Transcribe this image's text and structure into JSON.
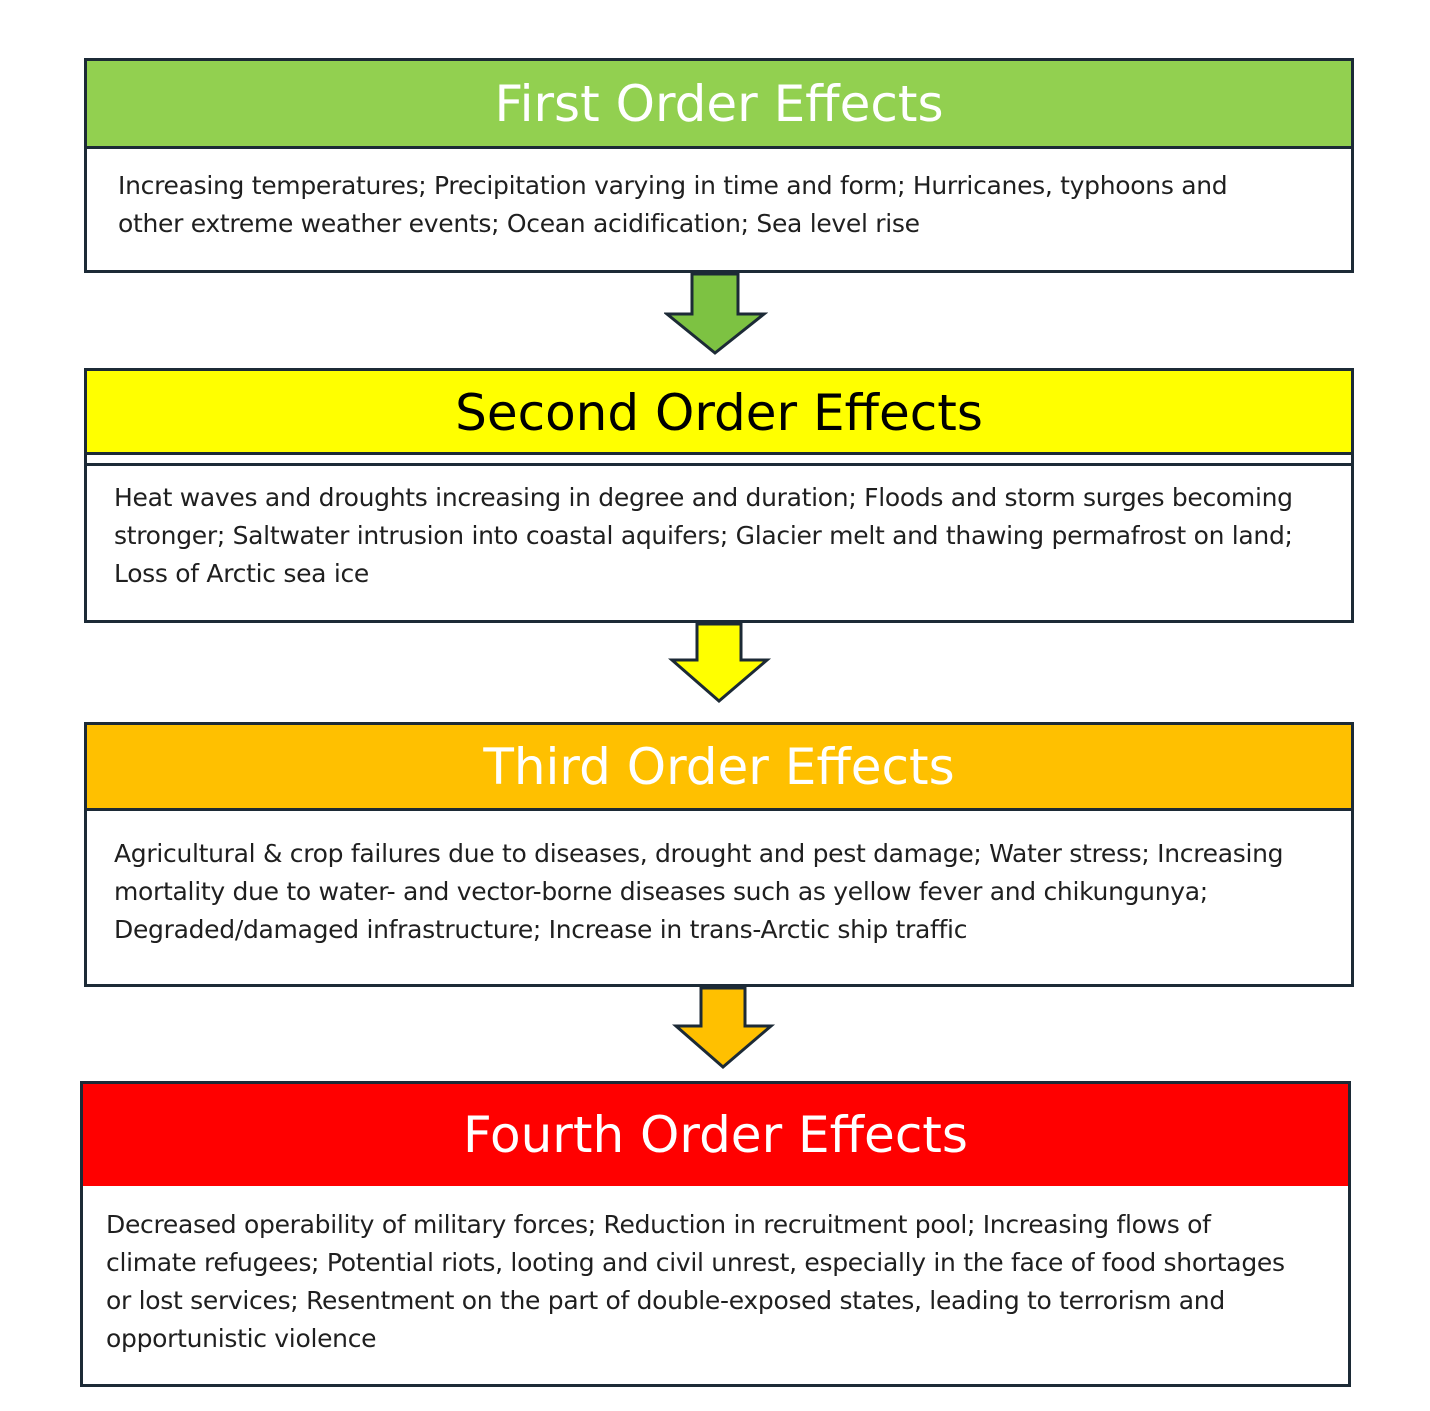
{
  "stages": [
    {
      "title": "First Order Effects",
      "body": "Increasing temperatures; Precipitation varying in time and form; Hurricanes, typhoons and other extreme weather events; Ocean acidification; Sea level rise",
      "header_color": "#92d050",
      "title_color": "#ffffff"
    },
    {
      "title": "Second Order Effects",
      "body": "Heat waves and droughts increasing in degree and duration; Floods and storm surges becoming stronger; Saltwater intrusion into coastal aquifers; Glacier melt and thawing permafrost on land; Loss of Arctic sea ice",
      "header_color": "#ffff00",
      "title_color": "#000000"
    },
    {
      "title": "Third Order Effects",
      "body": "Agricultural & crop failures due to diseases, drought and pest damage; Water stress; Increasing mortality due to water- and vector-borne diseases such as yellow fever and chikungunya; Degraded/damaged infrastructure; Increase in trans-Arctic ship traffic",
      "header_color": "#ffc000",
      "title_color": "#ffffff"
    },
    {
      "title": "Fourth Order Effects",
      "body": "Decreased operability of military forces; Reduction in recruitment pool; Increasing flows of climate refugees; Potential riots, looting and civil unrest, especially in the face of food shortages or lost services; Resentment on the part of double-exposed states, leading to terrorism and opportunistic violence",
      "header_color": "#ff0000",
      "title_color": "#ffffff"
    }
  ],
  "arrows": [
    {
      "color": "#7dc242"
    },
    {
      "color": "#ffff00"
    },
    {
      "color": "#ffc000"
    }
  ]
}
